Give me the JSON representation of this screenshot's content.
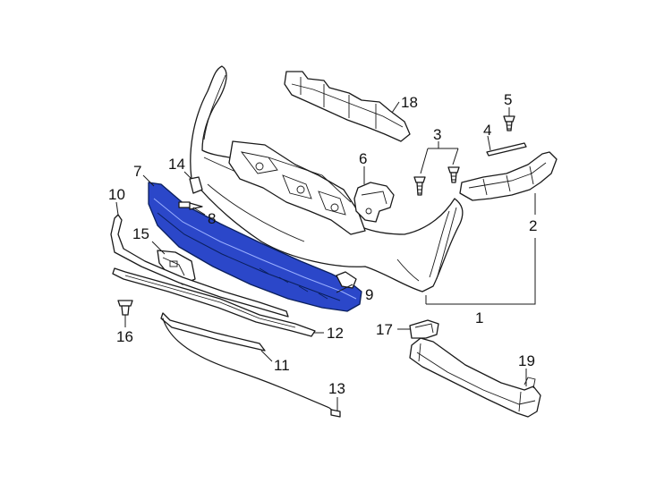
{
  "colors": {
    "outline": "#1a1a1a",
    "highlight_fill": "#2b47c9",
    "highlight_stroke": "#0a1f5c",
    "background": "#ffffff"
  },
  "callouts": {
    "c1": "1",
    "c2": "2",
    "c3": "3",
    "c4": "4",
    "c5": "5",
    "c6": "6",
    "c7": "7",
    "c8": "8",
    "c9": "9",
    "c10": "10",
    "c11": "11",
    "c12": "12",
    "c13": "13",
    "c14": "14",
    "c15": "15",
    "c16": "16",
    "c17": "17",
    "c18": "18",
    "c19": "19"
  }
}
